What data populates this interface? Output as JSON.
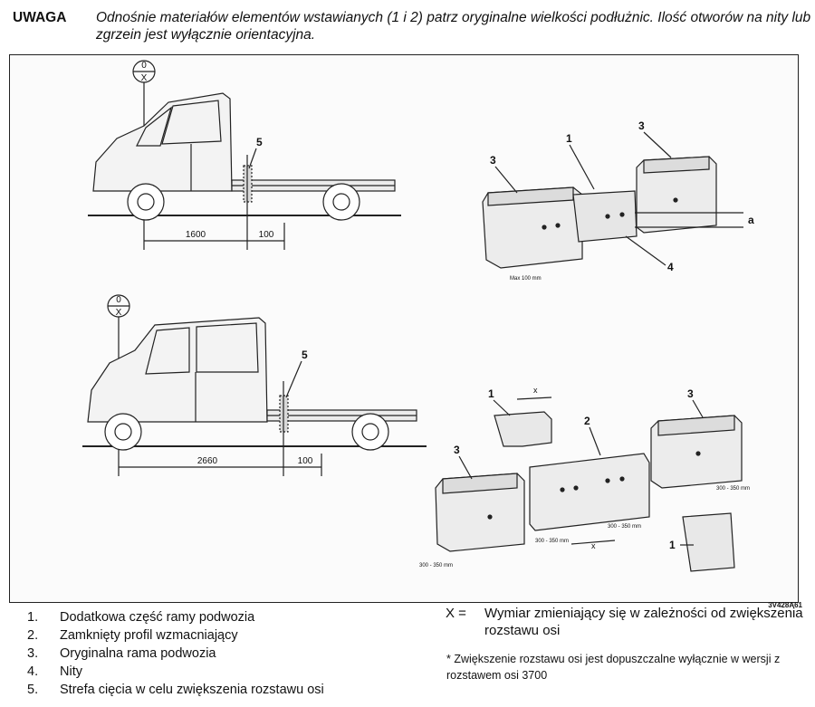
{
  "note": {
    "tag": "UWAGA",
    "text": "Odnośnie materiałów elementów wstawianych (1 i 2) patrz oryginalne wielkości podłużnic. Ilość otworów na nity lub zgrzein jest wyłącznie orientacyjna."
  },
  "figure": {
    "axis_symbol_top": "0",
    "axis_symbol_bottom": "X",
    "truck1": {
      "dim_a": "1600",
      "dim_b": "100",
      "callout": "5"
    },
    "truck2": {
      "dim_a": "2660",
      "dim_b": "100",
      "callout": "5"
    },
    "detail_top": {
      "c1": "1",
      "c3a": "3",
      "c3b": "3",
      "c4": "4",
      "a": "a",
      "dim": "Max 100 mm"
    },
    "detail_bottom": {
      "c1a": "1",
      "c1b": "1",
      "c2": "2",
      "c3a": "3",
      "c3b": "3",
      "x1": "x",
      "x2": "x",
      "d1": "300 - 350 mm",
      "d2": "300 - 350 mm",
      "d3": "300 - 350 mm",
      "d4": "300 - 350 mm"
    },
    "code": "3V428A61"
  },
  "legend": [
    {
      "num": "1.",
      "text": "Dodatkowa część ramy podwozia"
    },
    {
      "num": "2.",
      "text": "Zamknięty profil wzmacniający"
    },
    {
      "num": "3.",
      "text": "Oryginalna rama podwozia"
    },
    {
      "num": "4.",
      "text": "Nity"
    },
    {
      "num": "5.",
      "text": "Strefa cięcia w celu zwiększenia rozstawu osi"
    }
  ],
  "x_note": {
    "symbol": "X =",
    "text": "Wymiar zmieniający się w zależności od zwiększenia rozstawu osi"
  },
  "footnote": "* Zwiększenie rozstawu osi jest dopuszczalne wyłącznie w wersji z rozstawem osi 3700"
}
